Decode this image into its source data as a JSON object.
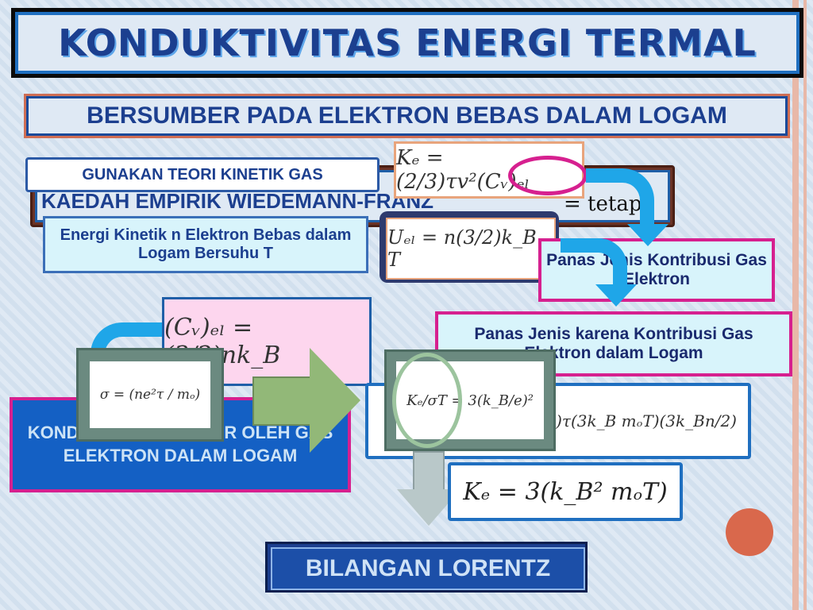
{
  "slide": {
    "title": "KONDUKTIVITAS ENERGI TERMAL",
    "subtitle": "BERSUMBER PADA ELEKTRON BEBAS DALAM LOGAM",
    "kinetic_label": "GUNAKAN TEORI KINETIK GAS",
    "wiedemann_label": "KAEDAH EMPIRIK WIEDEMANN-FRANZ",
    "energy_label": "Energi Kinetik n Elektron Bebas dalam Logam Bersuhu T",
    "heat_contribution": "Panas Jenis Kontribusi Gas Elektron",
    "heat_metal": "Panas Jenis karena Kontribusi Gas Elektron dalam Logam",
    "conductivity_label": "KONDUKTIVITAS KALOR OLEH GAS ELEKTRON DALAM LOGAM",
    "lorentz_label": "BILANGAN LORENTZ",
    "colors": {
      "accent": "#1c3f8f",
      "magenta": "#d6208f",
      "orange": "#cf6e54"
    }
  },
  "formulas": {
    "f_ke_kinetic": "Kₑ = (2/3)τv²(Cᵥ)ₑₗ",
    "f_wf": "= tetap",
    "f_uel": "Uₑₗ = n(3/2)k_B T",
    "f_cv": "(Cᵥ)ₑₗ = (3/2)nk_B",
    "f_sigma": "σ = (ne²τ / mₒ)",
    "f_lorentz": "Kₑ/σT = 3(k_B/e)²",
    "f_ke_long": "Kₑ = (2/3)τ(3k_B mₒT)(3k_Bn/2)",
    "f_ke_final": "Kₑ = 3(k_B² mₒT)"
  }
}
